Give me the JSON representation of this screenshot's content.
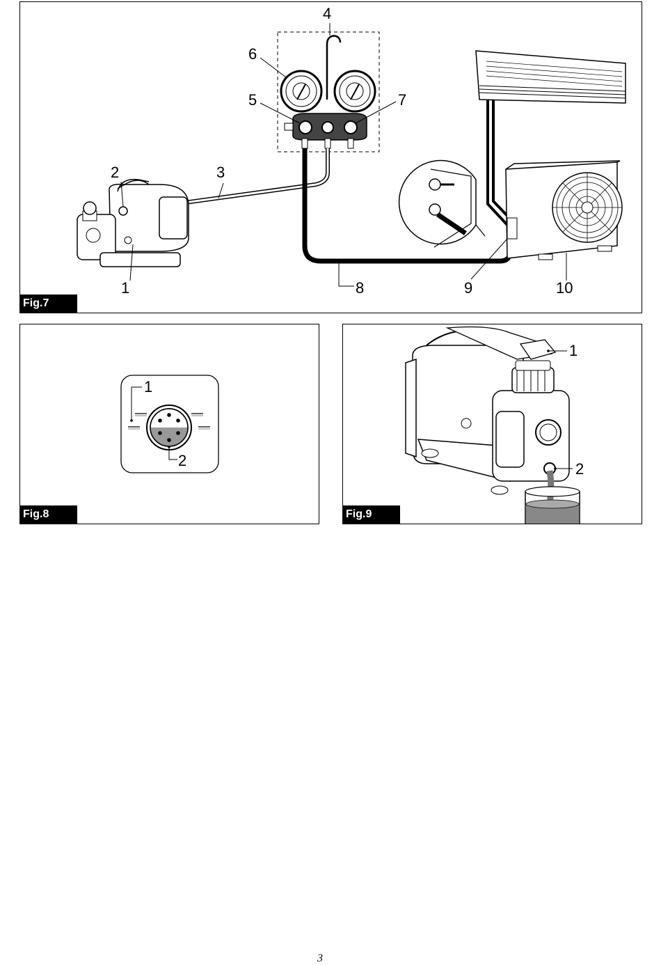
{
  "figures": [
    {
      "label": "Fig.7",
      "callouts": [
        "1",
        "2",
        "3",
        "4",
        "5",
        "6",
        "7",
        "8",
        "9",
        "10"
      ]
    },
    {
      "label": "Fig.8",
      "callouts": [
        "1",
        "2"
      ]
    },
    {
      "label": "Fig.9",
      "callouts": [
        "1",
        "2"
      ]
    }
  ],
  "page_number": "3",
  "icons": {
    "fig7": "vacuum-pump-manifold-air-conditioner-illustration",
    "fig8": "oil-sight-glass-illustration",
    "fig9": "oil-drain-illustration"
  }
}
